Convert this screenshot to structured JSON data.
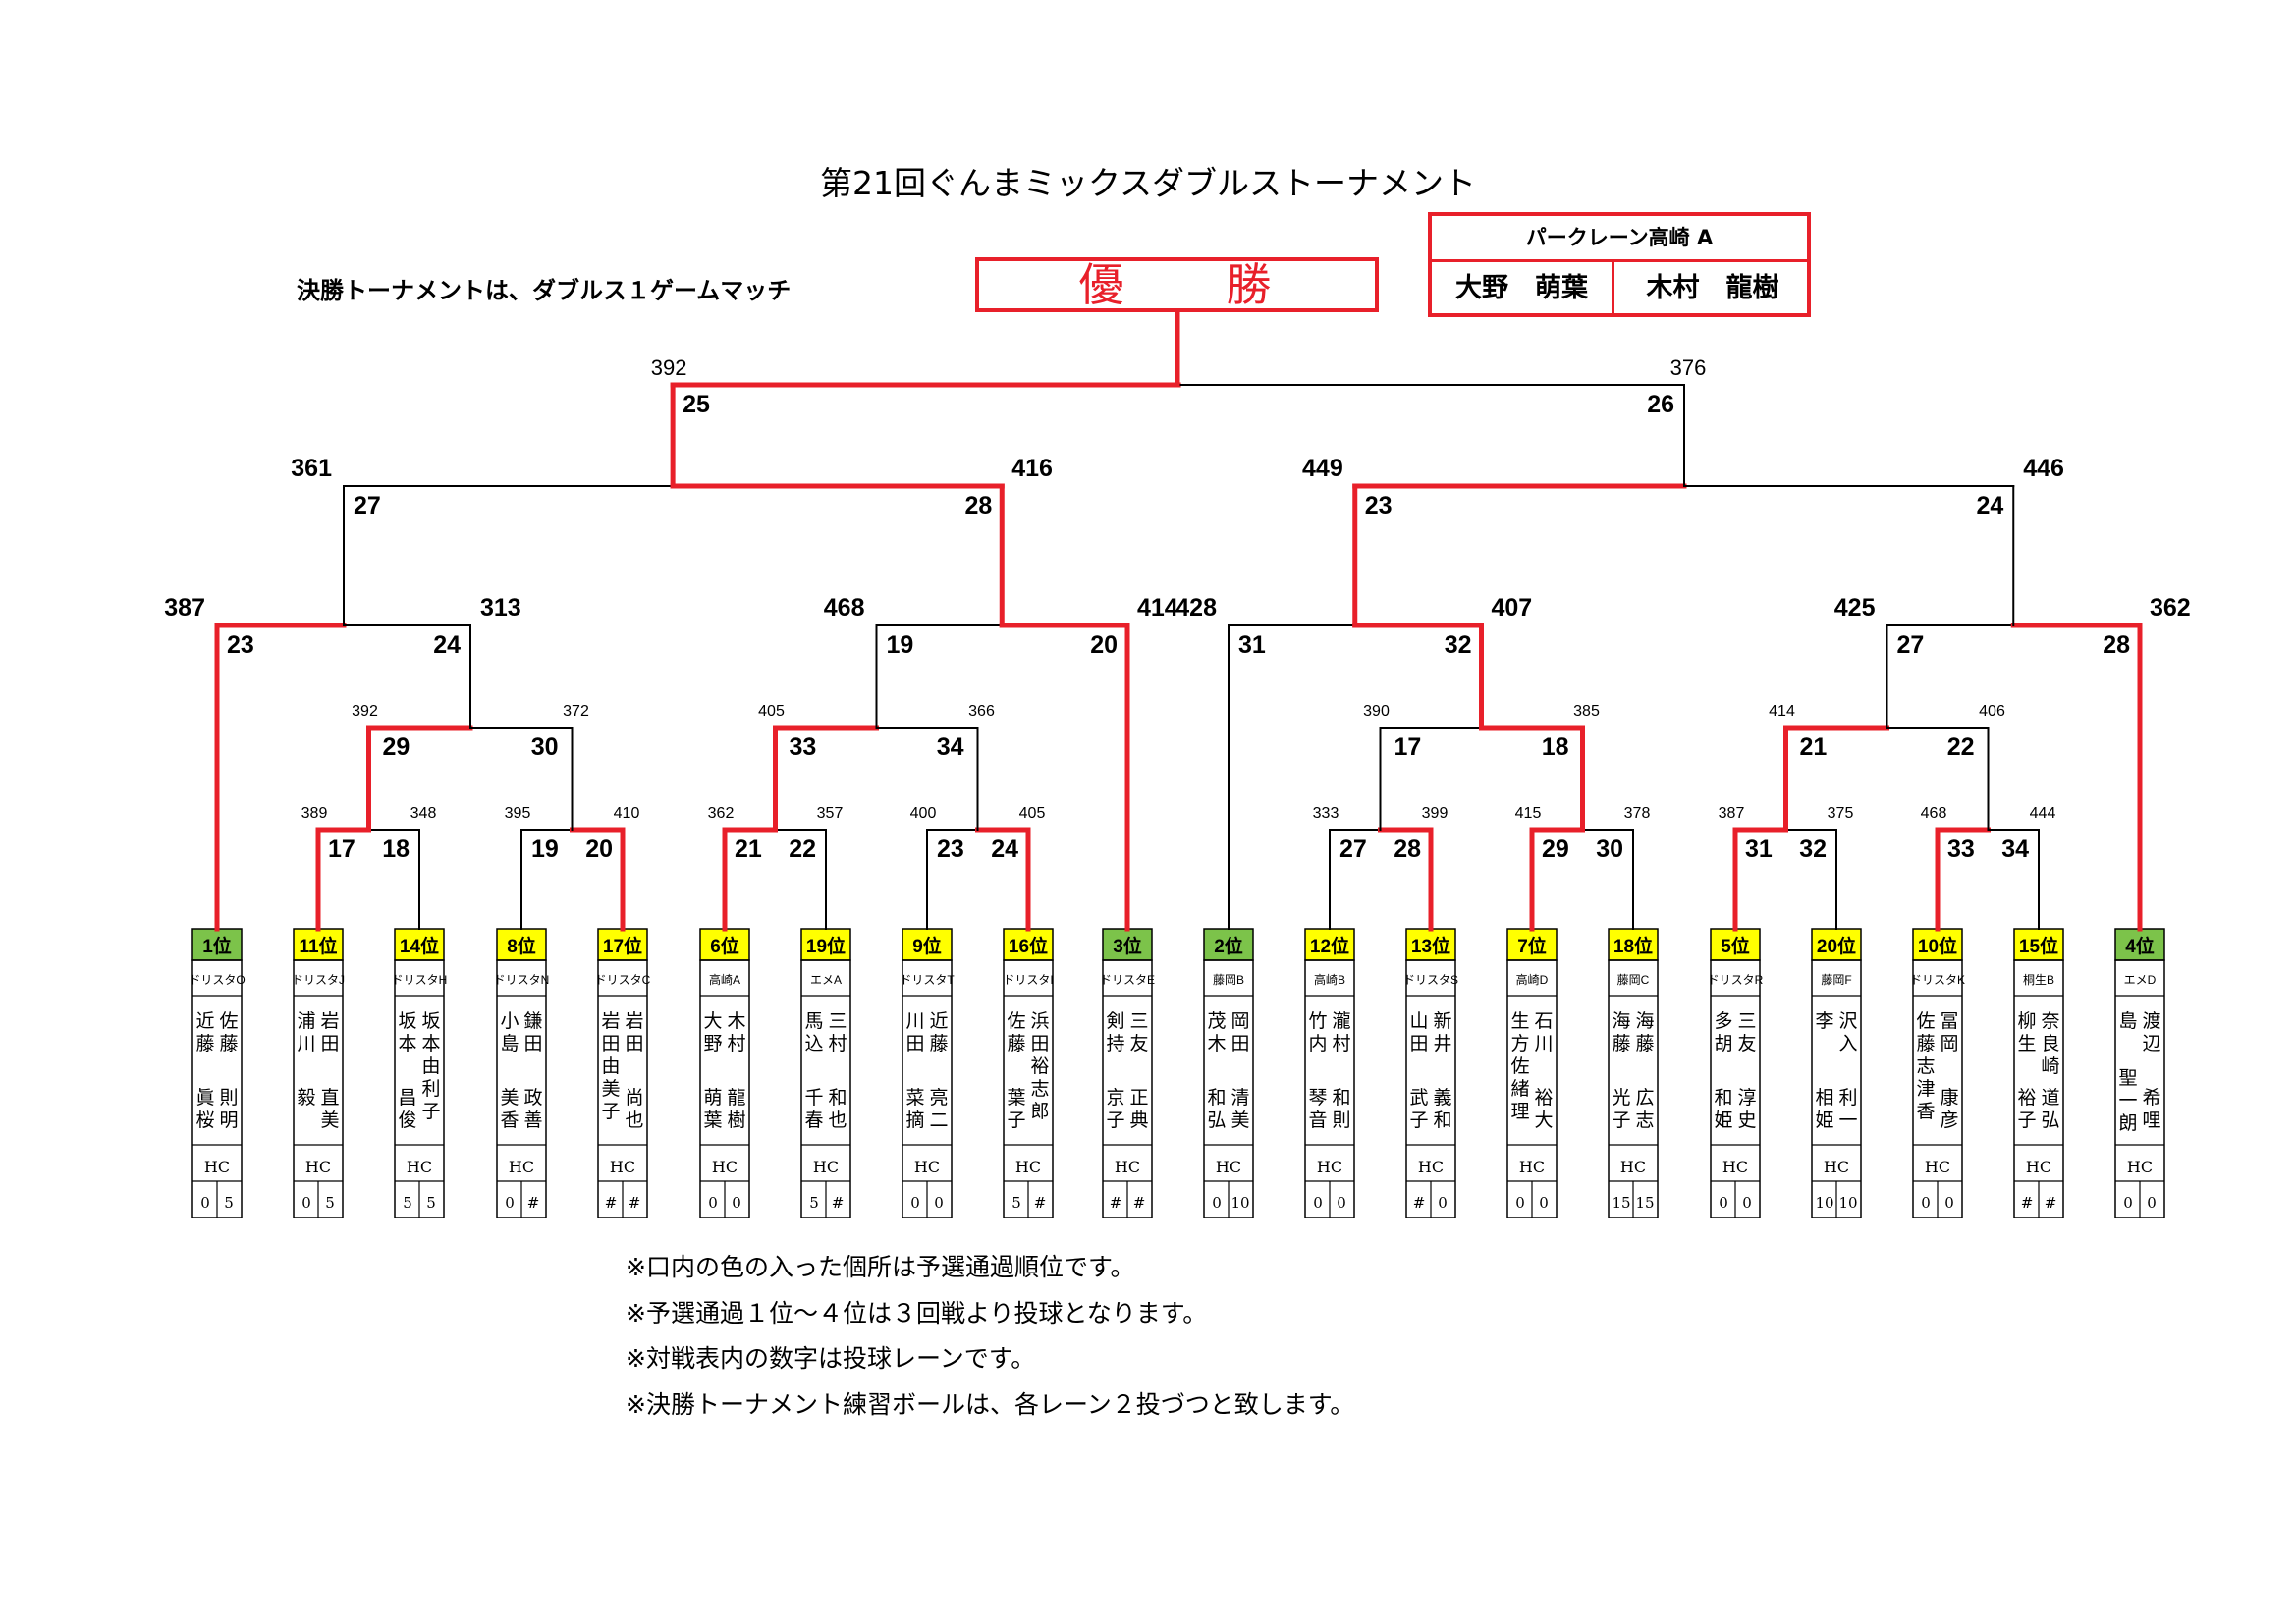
{
  "title": "第21回ぐんまミックスダブルストーナメント",
  "subtitle": "決勝トーナメントは、ダブルス１ゲームマッチ",
  "winner_label": "優　　勝",
  "champion": {
    "team": "パークレーン高崎 A",
    "player1": "大野　萌葉",
    "player2": "木村　龍樹"
  },
  "notes": [
    "※口内の色の入った個所は予選通過順位です。",
    "※予選通過１位～４位は３回戦より投球となります。",
    "※対戦表内の数字は投球レーンです。",
    "※決勝トーナメント練習ボールは、各レーン２投づつと致します。"
  ],
  "colors": {
    "win_line": "#e8202a",
    "rank_yellow": "#ffff00",
    "rank_green": "#7cc34a"
  },
  "hc_label": "HC",
  "teams": [
    {
      "rank": "1位",
      "color": "green",
      "team": "ドリスタO",
      "p1_family": "近藤",
      "p1_given": "眞桜",
      "p2_family": "佐藤",
      "p2_given": "則明",
      "hc1": "0",
      "hc2": "5"
    },
    {
      "rank": "11位",
      "color": "yellow",
      "team": "ドリスタJ",
      "p1_family": "浦川",
      "p1_given": "毅",
      "p2_family": "岩田",
      "p2_given": "直美",
      "hc1": "0",
      "hc2": "5"
    },
    {
      "rank": "14位",
      "color": "yellow",
      "team": "ドリスタH",
      "p1_family": "坂本",
      "p1_given": "昌俊",
      "p2_family": "坂本由利子",
      "p2_given": "",
      "hc1": "5",
      "hc2": "5"
    },
    {
      "rank": "8位",
      "color": "yellow",
      "team": "ドリスタN",
      "p1_family": "小島",
      "p1_given": "美香",
      "p2_family": "鎌田",
      "p2_given": "政善",
      "hc1": "0",
      "hc2": "#"
    },
    {
      "rank": "17位",
      "color": "yellow",
      "team": "ドリスタC",
      "p1_family": "岩田由美子",
      "p1_given": "",
      "p2_family": "岩田",
      "p2_given": "尚也",
      "hc1": "#",
      "hc2": "#"
    },
    {
      "rank": "6位",
      "color": "yellow",
      "team": "高崎A",
      "p1_family": "大野",
      "p1_given": "萌葉",
      "p2_family": "木村",
      "p2_given": "龍樹",
      "hc1": "0",
      "hc2": "0"
    },
    {
      "rank": "19位",
      "color": "yellow",
      "team": "エメA",
      "p1_family": "馬込",
      "p1_given": "千春",
      "p2_family": "三村",
      "p2_given": "和也",
      "hc1": "5",
      "hc2": "#"
    },
    {
      "rank": "9位",
      "color": "yellow",
      "team": "ドリスタT",
      "p1_family": "川田",
      "p1_given": "菜摘",
      "p2_family": "近藤",
      "p2_given": "亮二",
      "hc1": "0",
      "hc2": "0"
    },
    {
      "rank": "16位",
      "color": "yellow",
      "team": "ドリスタI",
      "p1_family": "佐藤",
      "p1_given": "葉子",
      "p2_family": "浜田裕志郎",
      "p2_given": "",
      "hc1": "5",
      "hc2": "#"
    },
    {
      "rank": "3位",
      "color": "green",
      "team": "ドリスタE",
      "p1_family": "剣持",
      "p1_given": "京子",
      "p2_family": "三友",
      "p2_given": "正典",
      "hc1": "#",
      "hc2": "#"
    },
    {
      "rank": "2位",
      "color": "green",
      "team": "藤岡B",
      "p1_family": "茂木",
      "p1_given": "和弘",
      "p2_family": "岡田",
      "p2_given": "清美",
      "hc1": "0",
      "hc2": "10"
    },
    {
      "rank": "12位",
      "color": "yellow",
      "team": "高崎B",
      "p1_family": "竹内",
      "p1_given": "琴音",
      "p2_family": "瀧村",
      "p2_given": "和則",
      "hc1": "0",
      "hc2": "0"
    },
    {
      "rank": "13位",
      "color": "yellow",
      "team": "ドリスタS",
      "p1_family": "山田",
      "p1_given": "武子",
      "p2_family": "新井",
      "p2_given": "義和",
      "hc1": "#",
      "hc2": "0"
    },
    {
      "rank": "7位",
      "color": "yellow",
      "team": "高崎D",
      "p1_family": "生方佐緒理",
      "p1_given": "",
      "p2_family": "石川",
      "p2_given": "裕大",
      "hc1": "0",
      "hc2": "0"
    },
    {
      "rank": "18位",
      "color": "yellow",
      "team": "藤岡C",
      "p1_family": "海藤",
      "p1_given": "光子",
      "p2_family": "海藤",
      "p2_given": "広志",
      "hc1": "15",
      "hc2": "15"
    },
    {
      "rank": "5位",
      "color": "yellow",
      "team": "ドリスタR",
      "p1_family": "多胡",
      "p1_given": "和姫",
      "p2_family": "三友",
      "p2_given": "淳史",
      "hc1": "0",
      "hc2": "0"
    },
    {
      "rank": "20位",
      "color": "yellow",
      "team": "藤岡F",
      "p1_family": "李",
      "p1_given": "相姫",
      "p2_family": "沢入",
      "p2_given": "利一",
      "hc1": "10",
      "hc2": "10"
    },
    {
      "rank": "10位",
      "color": "yellow",
      "team": "ドリスタK",
      "p1_family": "佐藤志津香",
      "p1_given": "",
      "p2_family": "冨岡",
      "p2_given": "康彦",
      "hc1": "0",
      "hc2": "0"
    },
    {
      "rank": "15位",
      "color": "yellow",
      "team": "桐生B",
      "p1_family": "柳生",
      "p1_given": "裕子",
      "p2_family": "奈良崎",
      "p2_given": "道弘",
      "hc1": "#",
      "hc2": "#"
    },
    {
      "rank": "4位",
      "color": "green",
      "team": "エメD",
      "p1_family": "島",
      "p1_given": "聖一朗",
      "p2_family": "渡辺",
      "p2_given": "希哩",
      "hc1": "0",
      "hc2": "0"
    }
  ],
  "round1": [
    {
      "lanes": [
        "17",
        "18"
      ],
      "scores": [
        "389",
        "348"
      ],
      "winner": 0
    },
    {
      "lanes": [
        "19",
        "20"
      ],
      "scores": [
        "395",
        "410"
      ],
      "winner": 1
    },
    {
      "lanes": [
        "21",
        "22"
      ],
      "scores": [
        "362",
        "357"
      ],
      "winner": 0
    },
    {
      "lanes": [
        "23",
        "24"
      ],
      "scores": [
        "400",
        "405"
      ],
      "winner": 1
    },
    {
      "lanes": [
        "27",
        "28"
      ],
      "scores": [
        "333",
        "399"
      ],
      "winner": 1
    },
    {
      "lanes": [
        "29",
        "30"
      ],
      "scores": [
        "415",
        "378"
      ],
      "winner": 0
    },
    {
      "lanes": [
        "31",
        "32"
      ],
      "scores": [
        "387",
        "375"
      ],
      "winner": 0
    },
    {
      "lanes": [
        "33",
        "34"
      ],
      "scores": [
        "468",
        "444"
      ],
      "winner": 0
    }
  ],
  "round2": [
    {
      "lanes": [
        "29",
        "30"
      ],
      "scores": [
        "392",
        "372"
      ],
      "winner": 0
    },
    {
      "lanes": [
        "33",
        "34"
      ],
      "scores": [
        "405",
        "366"
      ],
      "winner": 0
    },
    {
      "lanes": [
        "17",
        "18"
      ],
      "scores": [
        "390",
        "385"
      ],
      "winner": 1
    },
    {
      "lanes": [
        "21",
        "22"
      ],
      "scores": [
        "414",
        "406"
      ],
      "winner": 0
    }
  ],
  "round3": [
    {
      "lanes": [
        "23",
        "24"
      ],
      "scores": [
        "387",
        "313"
      ],
      "winner": 0
    },
    {
      "lanes": [
        "19",
        "20"
      ],
      "scores": [
        "468",
        "414"
      ],
      "winner": 1
    },
    {
      "lanes": [
        "31",
        "32"
      ],
      "scores": [
        "428",
        "407"
      ],
      "winner": 1
    },
    {
      "lanes": [
        "27",
        "28"
      ],
      "scores": [
        "425",
        "362"
      ],
      "winner": 1
    }
  ],
  "round4": [
    {
      "lanes": [
        "27",
        "28"
      ],
      "scores": [
        "361",
        "416"
      ],
      "winner": 1
    },
    {
      "lanes": [
        "23",
        "24"
      ],
      "scores": [
        "449",
        "446"
      ],
      "winner": 0
    }
  ],
  "final": {
    "lanes": [
      "25",
      "26"
    ],
    "scores": [
      "392",
      "376"
    ],
    "winner": 0
  }
}
